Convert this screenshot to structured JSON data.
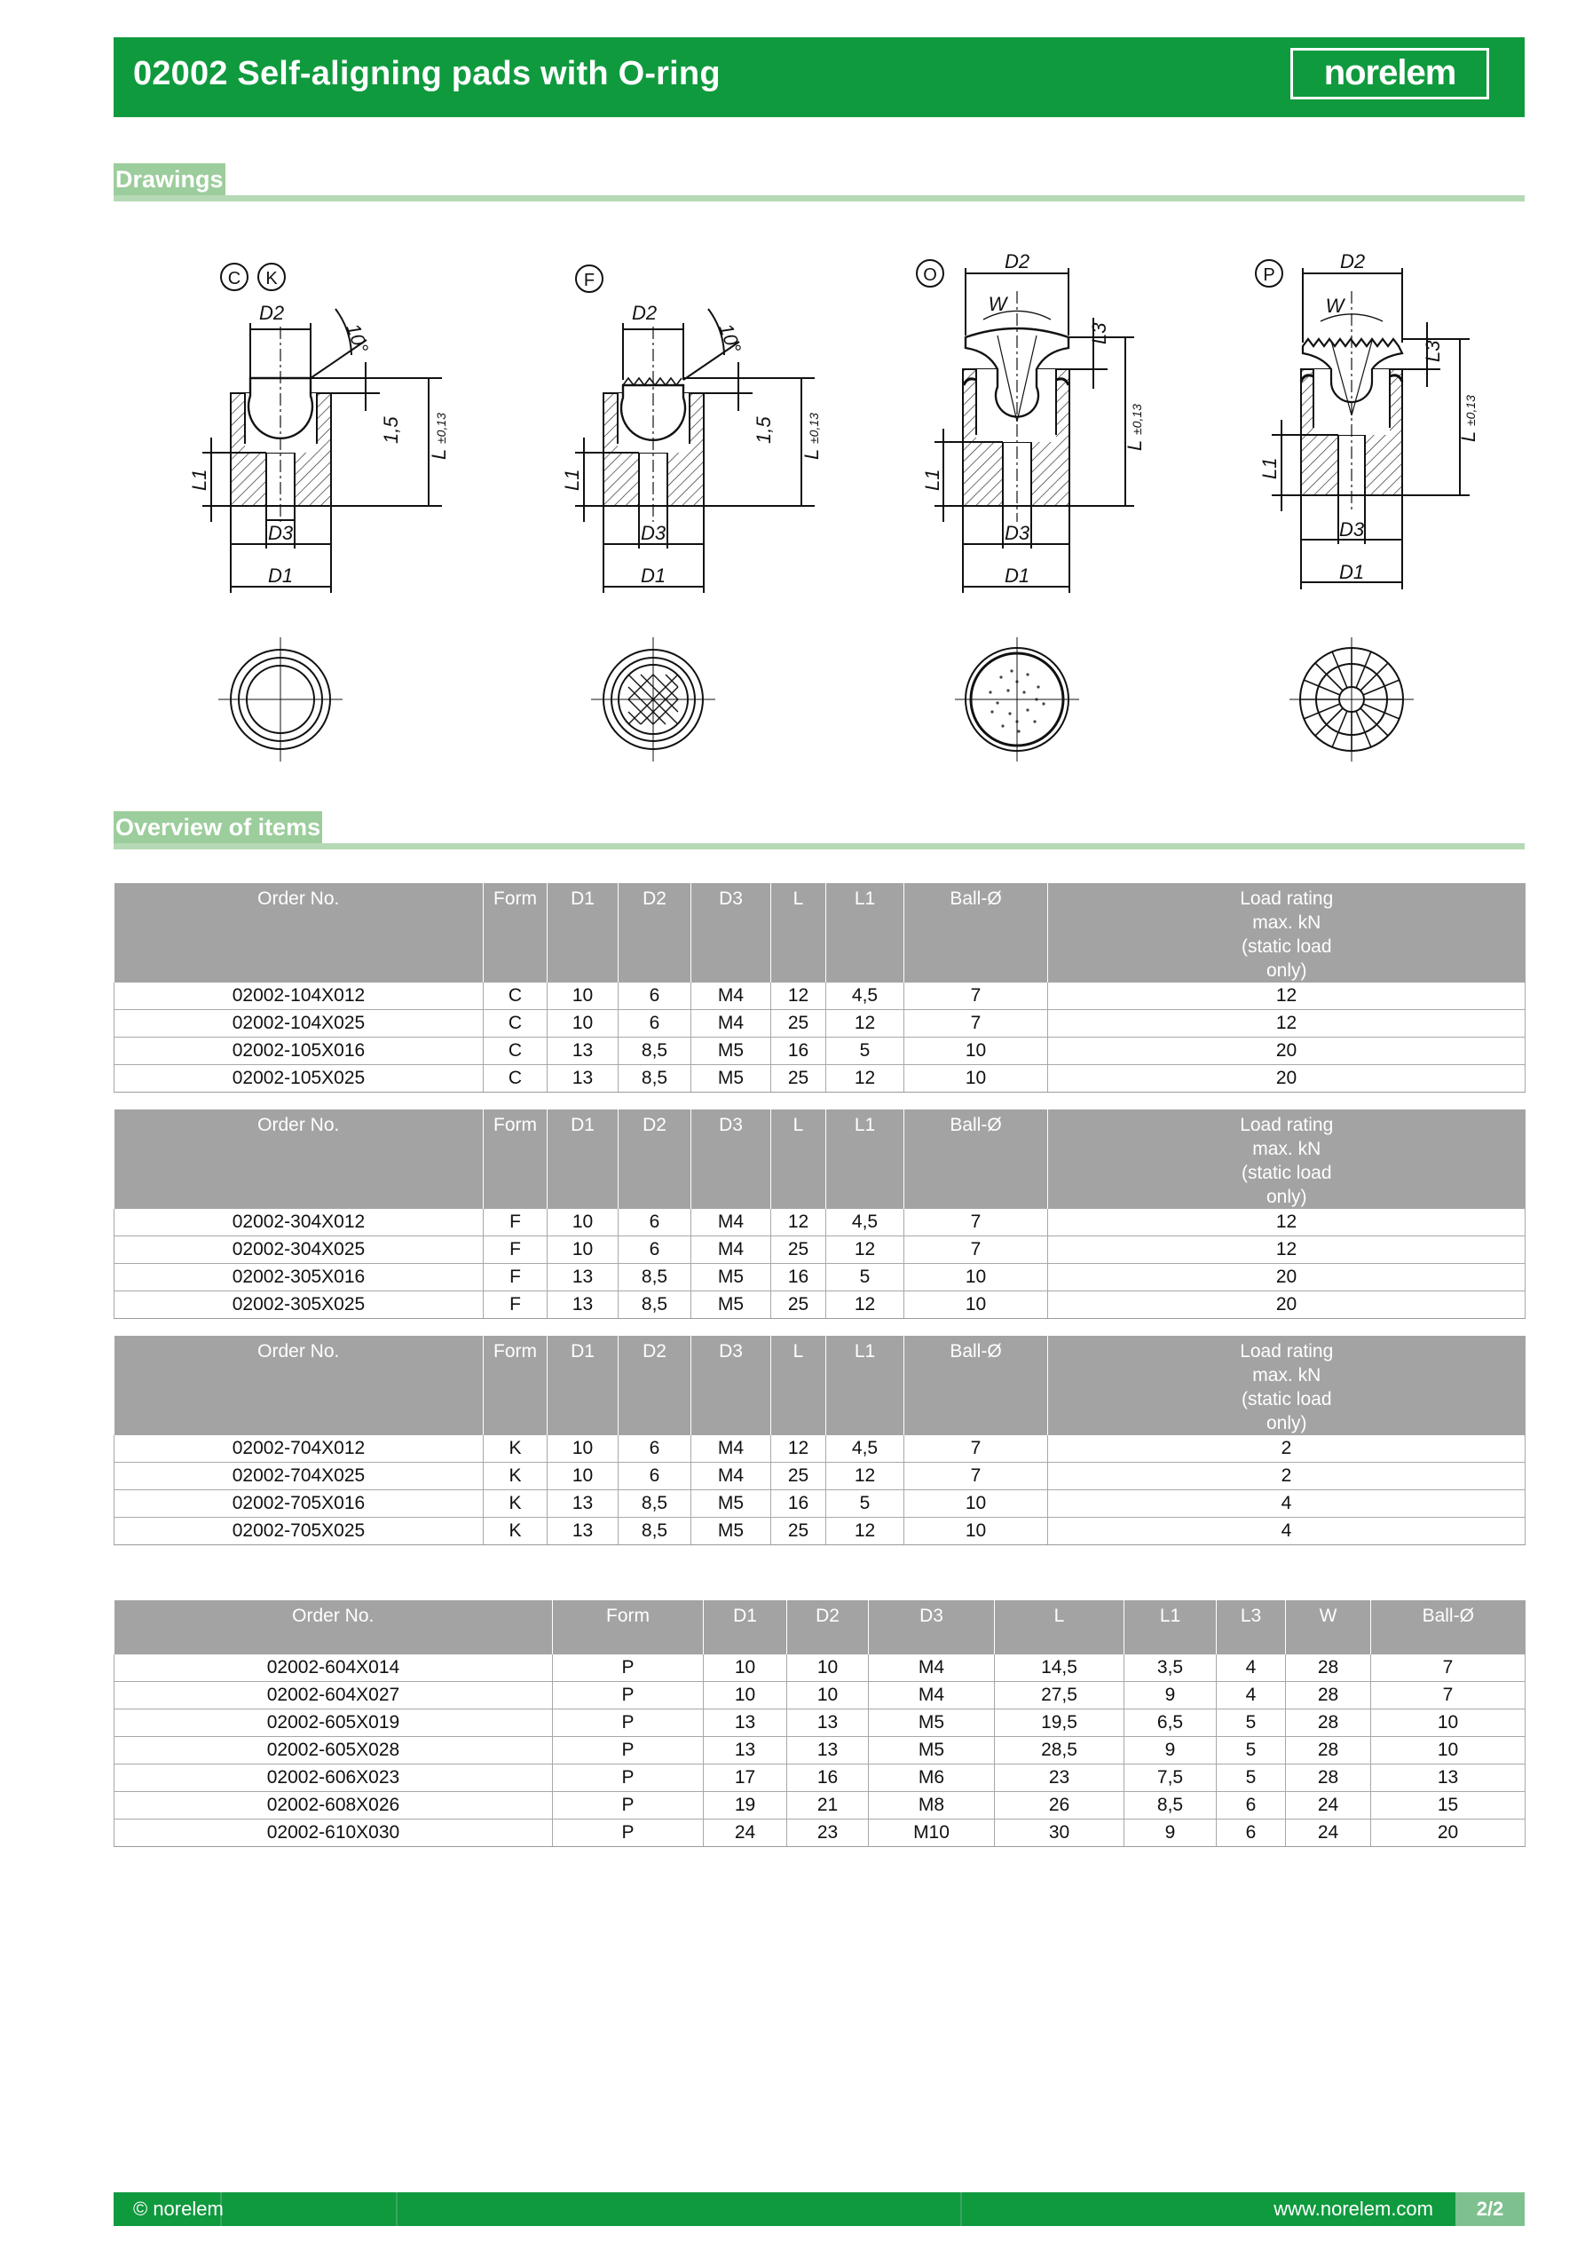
{
  "header": {
    "title": "02002 Self-aligning pads with O-ring",
    "logo": "norelem"
  },
  "sections": {
    "drawings": "Drawings",
    "overview": "Overview of items"
  },
  "drawing_labels": {
    "form_c": "C",
    "form_k": "K",
    "form_f": "F",
    "form_o": "O",
    "form_p": "P",
    "d1": "D1",
    "d2": "D2",
    "d3": "D3",
    "l": "L",
    "l1": "L1",
    "l3": "L3",
    "w": "W",
    "tol": "±0,13",
    "angle": "10°",
    "h15": "1,5"
  },
  "table_c": {
    "headers": [
      "Order No.",
      "Form",
      "D1",
      "D2",
      "D3",
      "L",
      "L1",
      "Ball-Ø",
      "Load rating max. kN (static load only)"
    ],
    "rows": [
      [
        "02002-104X012",
        "C",
        "10",
        "6",
        "M4",
        "12",
        "4,5",
        "7",
        "12"
      ],
      [
        "02002-104X025",
        "C",
        "10",
        "6",
        "M4",
        "25",
        "12",
        "7",
        "12"
      ],
      [
        "02002-105X016",
        "C",
        "13",
        "8,5",
        "M5",
        "16",
        "5",
        "10",
        "20"
      ],
      [
        "02002-105X025",
        "C",
        "13",
        "8,5",
        "M5",
        "25",
        "12",
        "10",
        "20"
      ]
    ]
  },
  "table_f": {
    "headers": [
      "Order No.",
      "Form",
      "D1",
      "D2",
      "D3",
      "L",
      "L1",
      "Ball-Ø",
      "Load rating max. kN (static load only)"
    ],
    "rows": [
      [
        "02002-304X012",
        "F",
        "10",
        "6",
        "M4",
        "12",
        "4,5",
        "7",
        "12"
      ],
      [
        "02002-304X025",
        "F",
        "10",
        "6",
        "M4",
        "25",
        "12",
        "7",
        "12"
      ],
      [
        "02002-305X016",
        "F",
        "13",
        "8,5",
        "M5",
        "16",
        "5",
        "10",
        "20"
      ],
      [
        "02002-305X025",
        "F",
        "13",
        "8,5",
        "M5",
        "25",
        "12",
        "10",
        "20"
      ]
    ]
  },
  "table_k": {
    "headers": [
      "Order No.",
      "Form",
      "D1",
      "D2",
      "D3",
      "L",
      "L1",
      "Ball-Ø",
      "Load rating max. kN (static load only)"
    ],
    "rows": [
      [
        "02002-704X012",
        "K",
        "10",
        "6",
        "M4",
        "12",
        "4,5",
        "7",
        "2"
      ],
      [
        "02002-704X025",
        "K",
        "10",
        "6",
        "M4",
        "25",
        "12",
        "7",
        "2"
      ],
      [
        "02002-705X016",
        "K",
        "13",
        "8,5",
        "M5",
        "16",
        "5",
        "10",
        "4"
      ],
      [
        "02002-705X025",
        "K",
        "13",
        "8,5",
        "M5",
        "25",
        "12",
        "10",
        "4"
      ]
    ]
  },
  "table_p": {
    "headers": [
      "Order No.",
      "Form",
      "D1",
      "D2",
      "D3",
      "L",
      "L1",
      "L3",
      "W",
      "Ball-Ø"
    ],
    "rows": [
      [
        "02002-604X014",
        "P",
        "10",
        "10",
        "M4",
        "14,5",
        "3,5",
        "4",
        "28",
        "7"
      ],
      [
        "02002-604X027",
        "P",
        "10",
        "10",
        "M4",
        "27,5",
        "9",
        "4",
        "28",
        "7"
      ],
      [
        "02002-605X019",
        "P",
        "13",
        "13",
        "M5",
        "19,5",
        "6,5",
        "5",
        "28",
        "10"
      ],
      [
        "02002-605X028",
        "P",
        "13",
        "13",
        "M5",
        "28,5",
        "9",
        "5",
        "28",
        "10"
      ],
      [
        "02002-606X023",
        "P",
        "17",
        "16",
        "M6",
        "23",
        "7,5",
        "5",
        "28",
        "13"
      ],
      [
        "02002-608X026",
        "P",
        "19",
        "21",
        "M8",
        "26",
        "8,5",
        "6",
        "24",
        "15"
      ],
      [
        "02002-610X030",
        "P",
        "24",
        "23",
        "M10",
        "30",
        "9",
        "6",
        "24",
        "20"
      ]
    ]
  },
  "footer": {
    "copyright": "© norelem",
    "url": "www.norelem.com",
    "page": "2/2"
  },
  "colors": {
    "brand_green": "#0f9a3e",
    "section_green": "#9ccd9c",
    "table_header_grey": "#a3a3a3"
  }
}
